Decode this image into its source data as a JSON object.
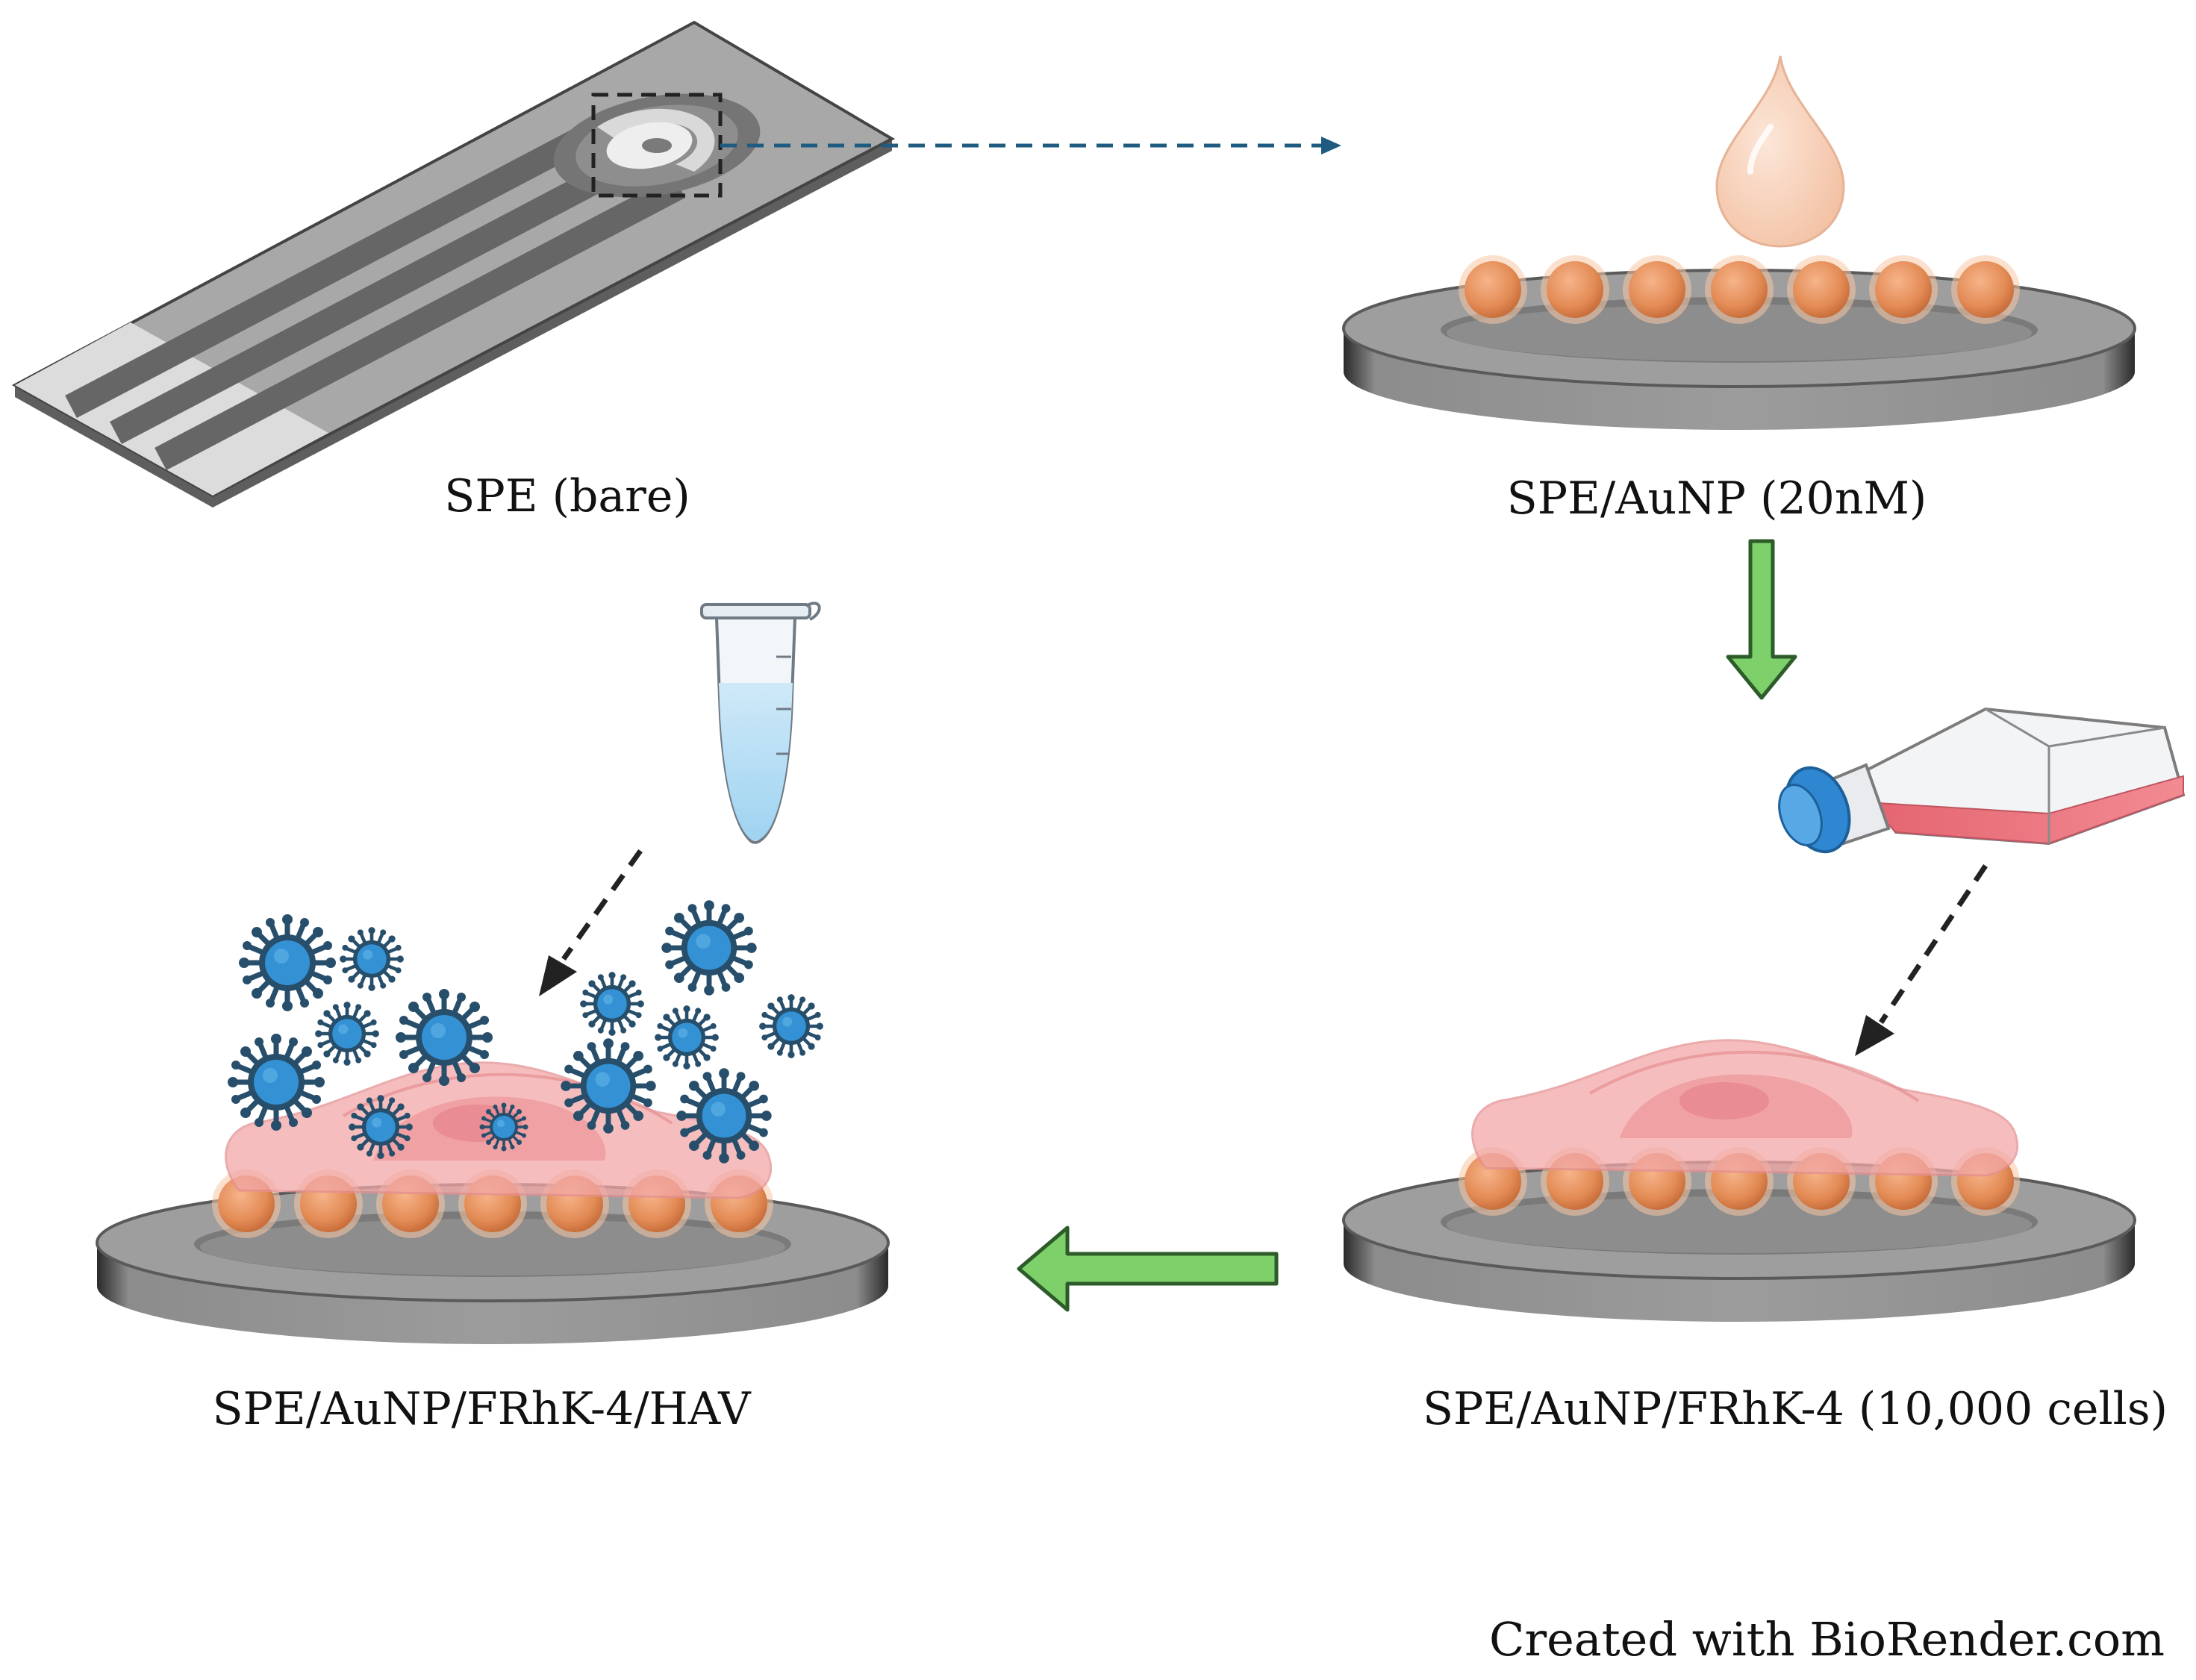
{
  "labels": {
    "spe_bare": "SPE (bare)",
    "spe_aunp": "SPE/AuNP (20nM)",
    "spe_aunp_frhk4": "SPE/AuNP/FRhK-4 (10,000 cells)",
    "spe_aunp_frhk4_hav": "SPE/AuNP/FRhK-4/HAV"
  },
  "credit": "Created with BioRender.com",
  "colors": {
    "electrode_gray": "#9a9a9a",
    "nanoparticle_orange": "#e8935f",
    "cell_pink": "#f2a7a7",
    "virus_blue": "#2f87c9",
    "virus_dark": "#254e6b",
    "arrow_green": "#7ed06a",
    "arrow_green_outline": "#2d5c2a",
    "dashed_blue": "#1f5a80",
    "dashed_black": "#222222"
  },
  "icons": [
    "electrode-strip-icon",
    "drop-icon",
    "culture-flask-icon",
    "microtube-icon",
    "virus-icon"
  ]
}
